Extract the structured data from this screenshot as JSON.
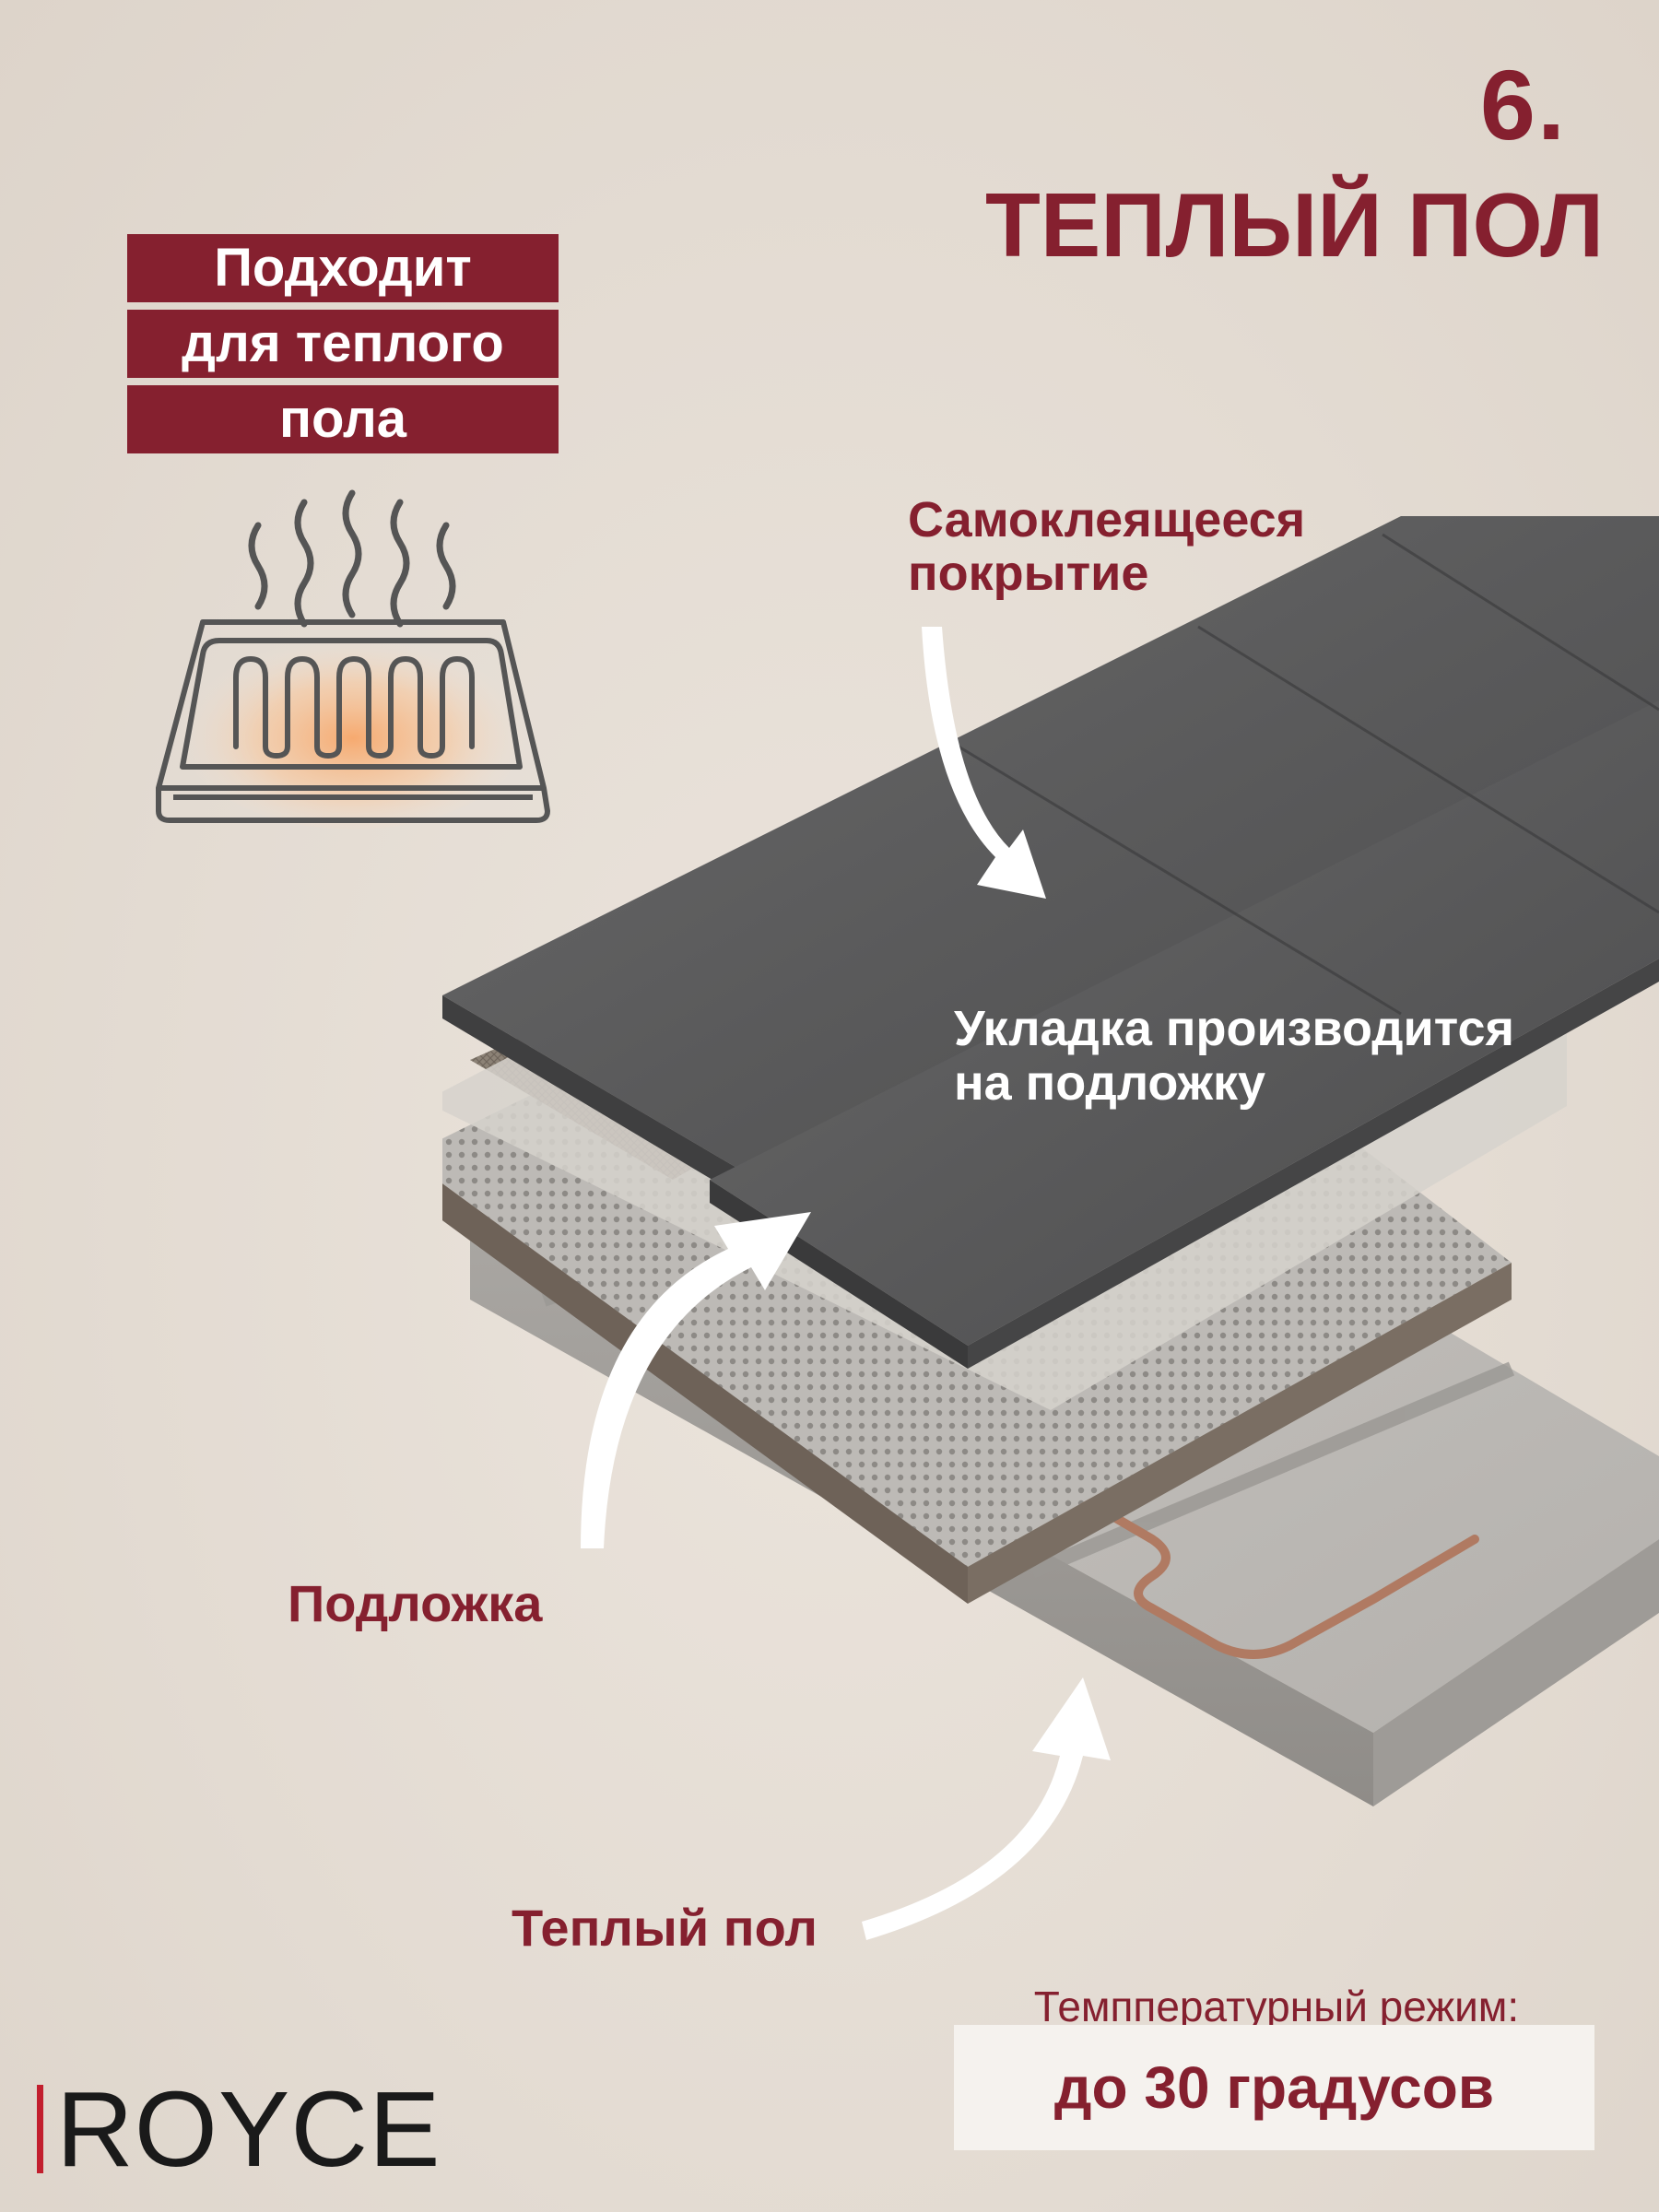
{
  "header": {
    "step_number": "6.",
    "title": "ТЕПЛЫЙ ПОЛ"
  },
  "badge": {
    "lines": [
      "Подходит",
      "для теплого",
      "пола"
    ]
  },
  "callouts": {
    "coating": [
      "Самоклеящееся",
      "покрытие"
    ],
    "install": [
      "Укладка производится",
      "на подложку"
    ],
    "underlay": "Подложка",
    "heated_floor": "Теплый пол"
  },
  "temperature": {
    "caption": "Темппературный режим:",
    "value": "до 30 градусов"
  },
  "brand": {
    "name": "ROYCE"
  },
  "colors": {
    "accent": "#85202f",
    "background": "#e6ded5",
    "brand_bar": "#c21f2e"
  },
  "icons": {
    "heating": "heated-floor-icon"
  }
}
